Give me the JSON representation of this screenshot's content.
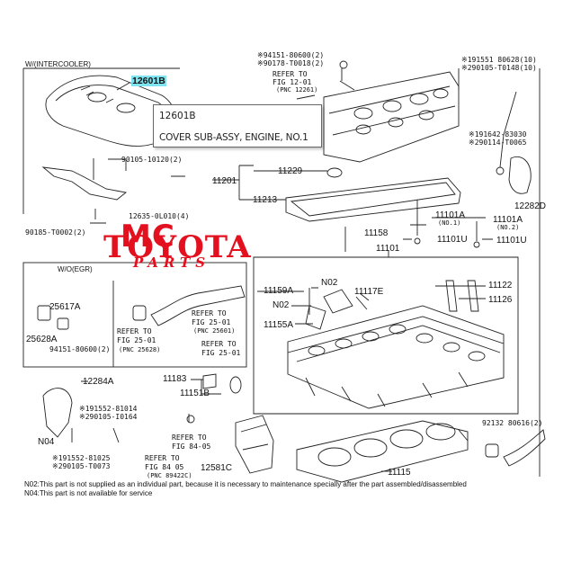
{
  "section_intercooler": "W/(INTERCOOLER)",
  "section_egr": "W/O(EGR)",
  "tooltip": {
    "code": "12601B",
    "description": "COVER SUB-ASSY, ENGINE, NO.1"
  },
  "watermark": {
    "line1": "MC",
    "line2": "TOYOTA",
    "line3": "PARTS",
    "color": "#e3101f"
  },
  "highlight_color": "#7fe3f0",
  "labels": {
    "p12601B": "12601B",
    "p90105_10120": "90105-10120(2)",
    "p12635": "12635-0L010(4)",
    "p90185": "90185-T0002(2)",
    "p94151_top": "※94151-80600(2)",
    "p90178": "※90178-T0018(2)",
    "ref12": "REFER TO",
    "fig12": "FIG 12-01",
    "pnc12261": "(PNC 12261)",
    "p191551": "※191551 80628(10)",
    "p290105_148": "※290105-T0148(10)",
    "p191642": "※191642-83030",
    "p290114": "※290114-T0065",
    "p11229": "11229",
    "p11201": "11201",
    "p11213": "11213",
    "p12282D": "12282D",
    "p11101A_1": "11101A",
    "no1": "(NO.1)",
    "p11101A_2": "11101A",
    "no2": "(NO.2)",
    "p11158": "11158",
    "p11101U_1": "11101U",
    "p11101U_2": "11101U",
    "p11101": "11101",
    "p25617A": "25617A",
    "p25628A": "25628A",
    "p94151_egr": "94151-80600(2)",
    "ref_a": "REFER TO",
    "fig_a": "FIG 25-01",
    "pnc_a": "(PNC 25628)",
    "ref_b": "REFER TO",
    "fig_b": "FIG 25-01",
    "pnc_b": "(PNC 25601)",
    "ref_c": "REFER TO",
    "fig_c": "FIG 25-01",
    "p11159A": "11159A",
    "n02a": "N02",
    "n02b": "N02",
    "p11117E": "11117E",
    "p11155A": "11155A",
    "p11122": "11122",
    "p11126": "11126",
    "p11183": "11183",
    "p11151B": "11151B",
    "p12284A": "12284A",
    "p191552": "※191552-81014",
    "p290105_164": "※290105-I0164",
    "n04": "N04",
    "p191552b": "※191552-81025",
    "p290105_073": "※290105-T0073",
    "ref_d": "REFER TO",
    "fig_d": "FIG 84-05",
    "ref_e": "REFER TO",
    "fig_e": "FIG 84 05",
    "pnc_e": "(PNC 89422C)",
    "p12581C": "12581C",
    "p92132": "92132  80616(2)",
    "p11115": "11115"
  },
  "notes": {
    "n02": "N02:This part is not supplied as an individual part, because it is necessary to maintenance specially after the part assembled/disassembled",
    "n04": "N04:This part is not available for service"
  }
}
